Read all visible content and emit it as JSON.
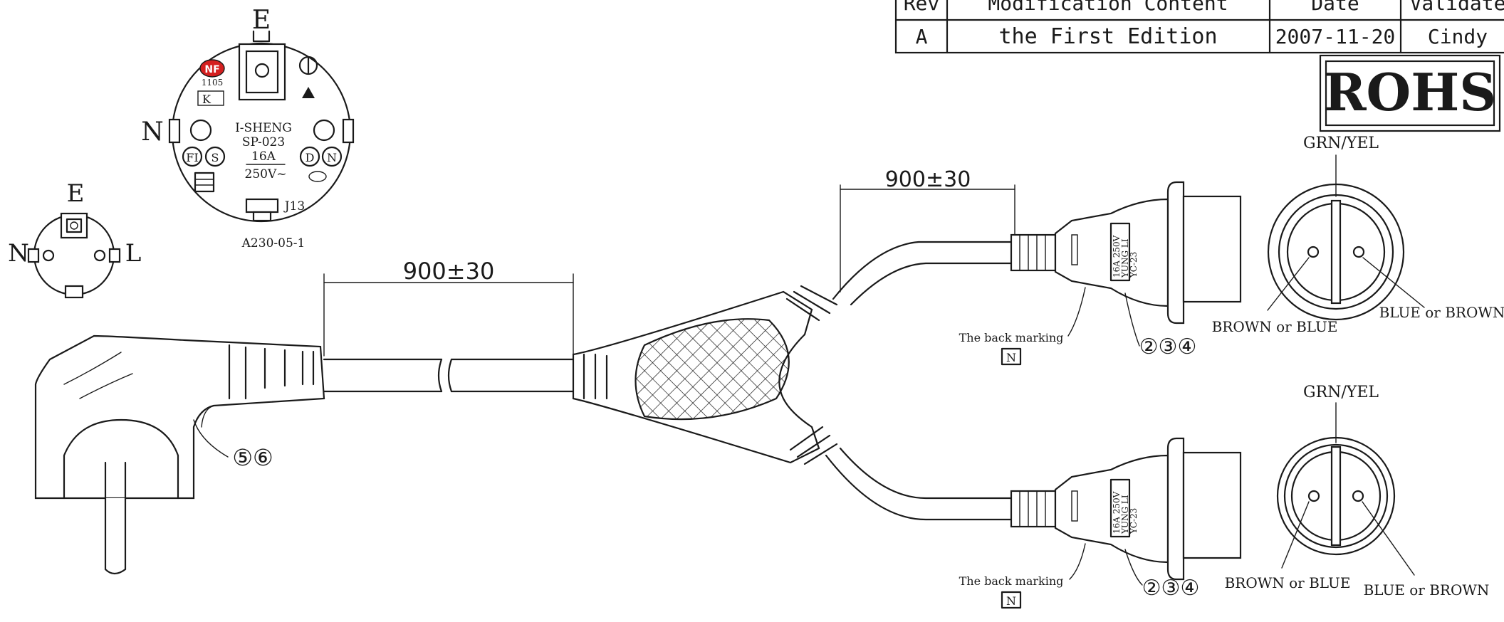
{
  "revision_table": {
    "headers": [
      "Rev",
      "Modification Content",
      "Date",
      "Validate"
    ],
    "rows": [
      [
        "A",
        "the First Edition",
        "2007-11-20",
        "Cindy"
      ]
    ]
  },
  "rohs_label": "ROHS",
  "plug_face": {
    "earth_label": "E",
    "neutral_label": "N",
    "cert_marks": [
      "NF",
      "K"
    ],
    "cert_code": "1105",
    "maker": "I-SHENG",
    "model": "SP-023",
    "rating_current": "16A",
    "rating_voltage": "250V~",
    "pin_marks": [
      "FI",
      "S",
      "D",
      "N"
    ],
    "earth_code": "J13",
    "drawing_code": "A230-05-1"
  },
  "small_plug": {
    "earth_label": "E",
    "left_label": "N",
    "right_label": "L"
  },
  "dimensions": {
    "main_cable": "900±30",
    "branch_cable": "900±30"
  },
  "callouts": {
    "plug": "⑤⑥",
    "socket_top": "②③④",
    "socket_bottom": "②③④",
    "back_marking_top": "The back marking",
    "back_marking_bottom": "The back marking",
    "back_marking_symbol": "N"
  },
  "socket_body_text": [
    "16A 250V",
    "YUNG LI",
    "YC-23"
  ],
  "socket_top": {
    "earth_wire": "GRN/YEL",
    "left_wire": "BROWN or BLUE",
    "right_wire": "BLUE or BROWN"
  },
  "socket_bottom": {
    "earth_wire": "GRN/YEL",
    "left_wire": "BROWN or BLUE",
    "right_wire": "BLUE or BROWN"
  },
  "colors": {
    "ink": "#1a1a1a",
    "nf_mark": "#d42020"
  }
}
